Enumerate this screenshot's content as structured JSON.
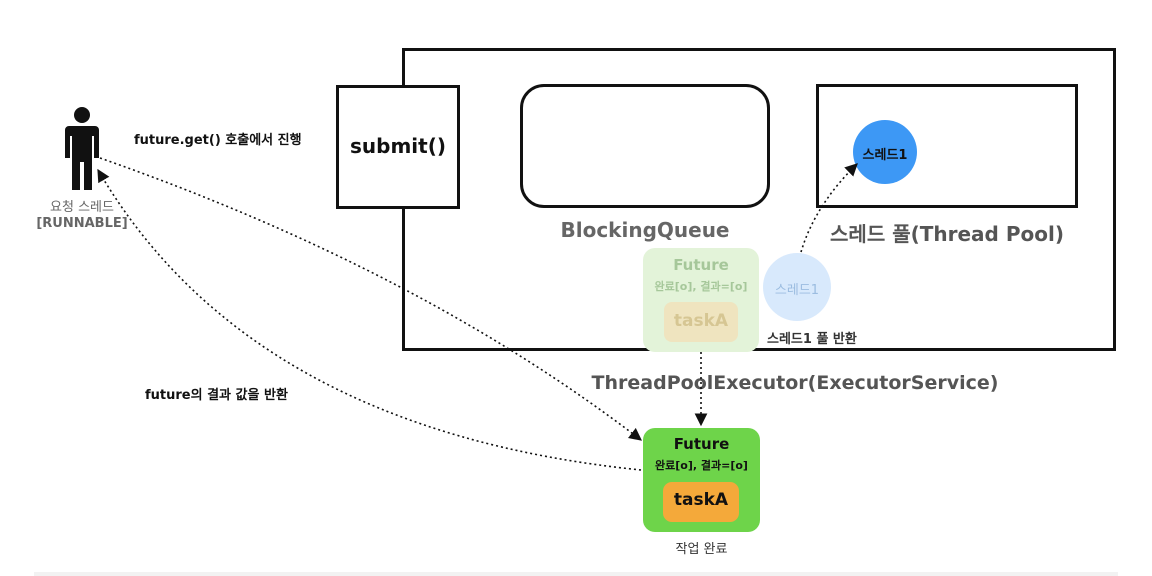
{
  "labels": {
    "get_call": "future.get() 호출에서 진행",
    "requester_name": "요청 스레드",
    "requester_state": "[RUNNABLE]",
    "submit": "submit()",
    "queue": "BlockingQueue",
    "pool": "스레드 풀(Thread Pool)",
    "thread_in_pool": "스레드1",
    "thread_returning": "스레드1",
    "thread_returned_caption": "스레드1 풀 반환",
    "executor": "ThreadPoolExecutor(ExecutorService)",
    "return_value": "future의 결과 값을 반환",
    "future_ghost_title": "Future",
    "future_ghost_status": "완료[o], 결과=[o]",
    "task_ghost": "taskA",
    "future_done_title": "Future",
    "future_done_status": "완료[o], 결과=[o]",
    "task_done": "taskA",
    "done_caption": "작업 완료"
  },
  "colors": {
    "thread": "#3d98f5",
    "thread_faded": "#d8e9fc",
    "future": "#6ed44a",
    "future_faded": "#e3f3d9",
    "task": "#f4a93a",
    "task_faded": "#efe4bf",
    "border": "#111111"
  },
  "icons": [
    "person-icon"
  ]
}
